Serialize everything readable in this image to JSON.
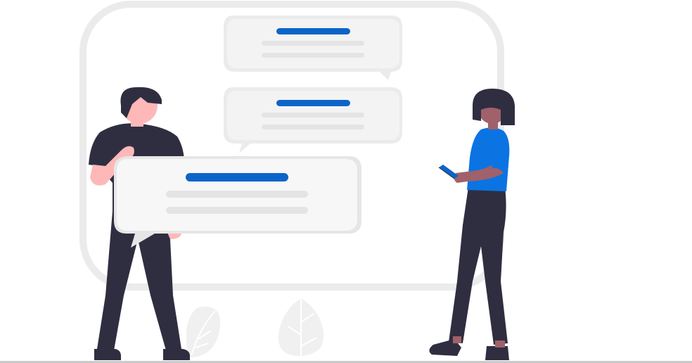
{
  "illustration": {
    "subject": "two-people-chatting-with-speech-bubbles",
    "colors": {
      "background": "#ffffff",
      "frame": "#ebebeb",
      "bubble_back": "#ebebeb",
      "bubble_inner": "#f3f3f3",
      "bubble_front": "#f7f7f7",
      "bubble_front_edge": "#e6e6e6",
      "accent_blue": "#0b65c8",
      "shirt_blue": "#0b74e2",
      "text_line_gray": "#e4e4e4",
      "dark_clothing": "#2f2e41",
      "skin_light": "#ffb8b8",
      "skin_dark": "#a0616a",
      "hair": "#2f2e41",
      "leaf": "#f0f0f0",
      "ground": "#cacaca"
    },
    "bubbles": [
      {
        "name": "top-message",
        "headline_color": "#0b65c8",
        "body_lines": 2
      },
      {
        "name": "middle-message",
        "headline_color": "#0b65c8",
        "body_lines": 2
      },
      {
        "name": "front-message",
        "headline_color": "#0b65c8",
        "body_lines": 2
      }
    ],
    "people": [
      {
        "name": "man-holding-bubble",
        "hair": "short-dark",
        "shirt": "dark",
        "pants": "dark"
      },
      {
        "name": "woman-with-phone",
        "hair": "dark-bob",
        "shirt": "blue",
        "pants": "dark"
      }
    ],
    "icons": [
      "phone-icon",
      "leaf-icon"
    ]
  }
}
